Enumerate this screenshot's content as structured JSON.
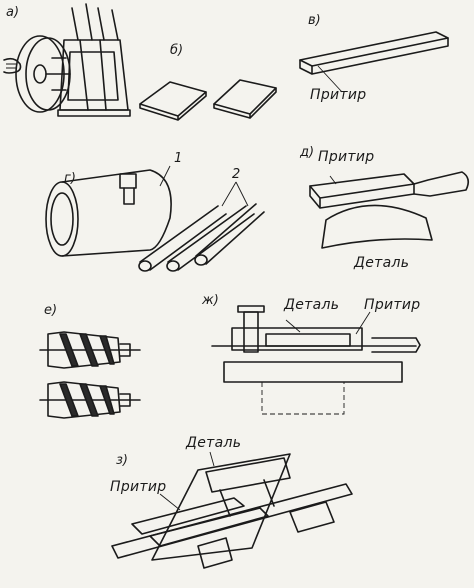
{
  "panel_letters": {
    "a": "а)",
    "b": "б)",
    "v": "в)",
    "g": "г)",
    "d": "д)",
    "e": "е)",
    "zh": "ж)",
    "z": "з)"
  },
  "callouts": {
    "one": "1",
    "two": "2"
  },
  "words": {
    "v_lap": "Притир",
    "d_lap": "Притир",
    "d_part": "Деталь",
    "zh_part": "Деталь",
    "zh_lap": "Притир",
    "z_part": "Деталь",
    "z_lap": "Притир"
  }
}
